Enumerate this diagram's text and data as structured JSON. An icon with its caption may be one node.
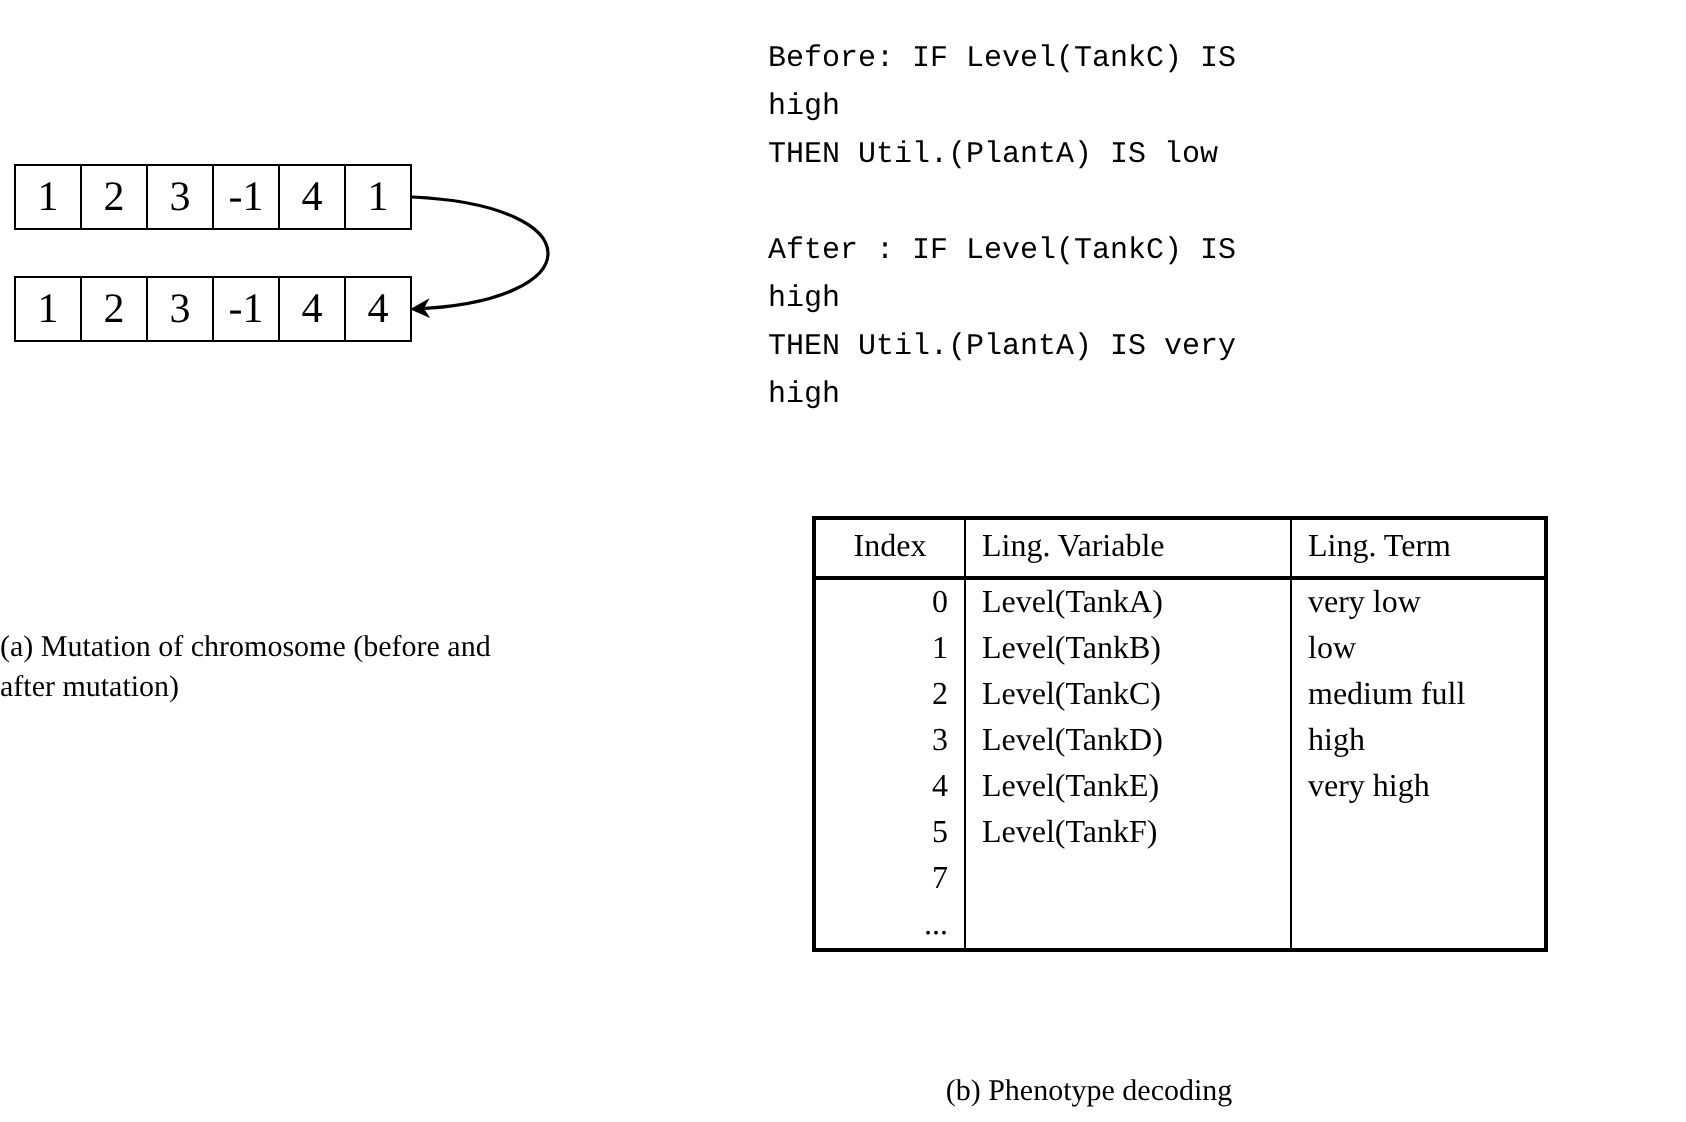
{
  "diagram": {
    "nodes": [
      {
        "text": [
          "1",
          "2",
          "3",
          "-1",
          "4",
          "1"
        ]
      },
      {
        "text": [
          "1",
          "2",
          "3",
          "-1",
          "4",
          "4"
        ]
      }
    ],
    "edges": [
      {
        "from": 0,
        "to": 1,
        "arrow": "to"
      }
    ],
    "labels": [
      "Before: IF Level(TankC) IS high",
      "THEN Util.(PlantA) IS low",
      "After : IF Level(TankC) IS high",
      "THEN Util.(PlantA) IS very high",
      "(a) Mutation of chromosome (before and after mutation)",
      "Index",
      "Ling. Variable",
      "Ling. Term",
      "0",
      "Level(TankA)",
      "very low",
      "1",
      "Level(TankB)",
      "low",
      "2",
      "Level(TankC)",
      "medium full",
      "3",
      "Level(TankD)",
      "high",
      "4",
      "Level(TankE)",
      "very high",
      "5",
      "Level(TankF)",
      "7",
      "...",
      "(b) Phenotype decoding"
    ]
  }
}
